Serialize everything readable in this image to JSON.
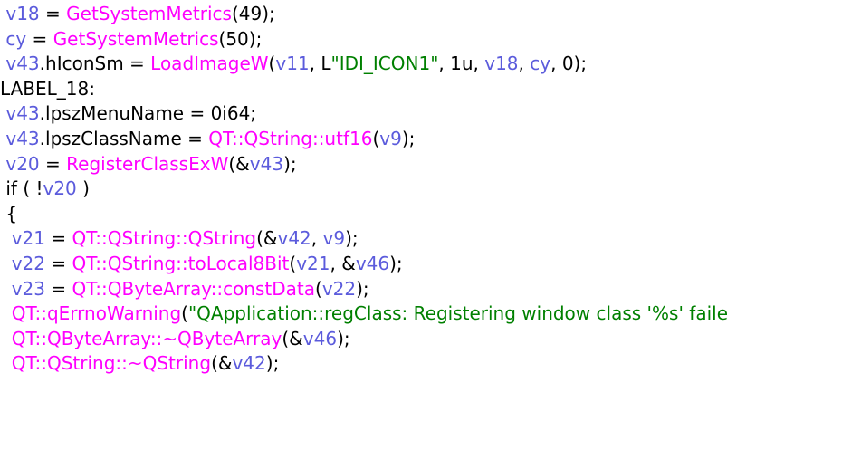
{
  "colors": {
    "default": "#000000",
    "variable": "#5b5bdc",
    "function": "#ff00ff",
    "string": "#008000",
    "background": "#ffffff"
  },
  "code_lines": [
    [
      {
        "t": " "
      },
      {
        "t": "v18",
        "k": "variable"
      },
      {
        "t": " = "
      },
      {
        "t": "GetSystemMetrics",
        "k": "function"
      },
      {
        "t": "(49);"
      }
    ],
    [
      {
        "t": " "
      },
      {
        "t": "cy",
        "k": "variable"
      },
      {
        "t": " = "
      },
      {
        "t": "GetSystemMetrics",
        "k": "function"
      },
      {
        "t": "(50);"
      }
    ],
    [
      {
        "t": " "
      },
      {
        "t": "v43",
        "k": "variable"
      },
      {
        "t": ".hIconSm = "
      },
      {
        "t": "LoadImageW",
        "k": "function"
      },
      {
        "t": "("
      },
      {
        "t": "v11",
        "k": "variable"
      },
      {
        "t": ", L"
      },
      {
        "t": "\"IDI_ICON1\"",
        "k": "string"
      },
      {
        "t": ", 1u, "
      },
      {
        "t": "v18",
        "k": "variable"
      },
      {
        "t": ", "
      },
      {
        "t": "cy",
        "k": "variable"
      },
      {
        "t": ", 0);"
      }
    ],
    [
      {
        "t": "LABEL_18:"
      }
    ],
    [
      {
        "t": " "
      },
      {
        "t": "v43",
        "k": "variable"
      },
      {
        "t": ".lpszMenuName = 0i64;"
      }
    ],
    [
      {
        "t": " "
      },
      {
        "t": "v43",
        "k": "variable"
      },
      {
        "t": ".lpszClassName = "
      },
      {
        "t": "QT::QString::utf16",
        "k": "function"
      },
      {
        "t": "("
      },
      {
        "t": "v9",
        "k": "variable"
      },
      {
        "t": ");"
      }
    ],
    [
      {
        "t": " "
      },
      {
        "t": "v20",
        "k": "variable"
      },
      {
        "t": " = "
      },
      {
        "t": "RegisterClassExW",
        "k": "function"
      },
      {
        "t": "(&"
      },
      {
        "t": "v43",
        "k": "variable"
      },
      {
        "t": ");"
      }
    ],
    [
      {
        "t": " if ( !"
      },
      {
        "t": "v20",
        "k": "variable"
      },
      {
        "t": " )"
      }
    ],
    [
      {
        "t": " {"
      }
    ],
    [
      {
        "t": "  "
      },
      {
        "t": "v21",
        "k": "variable"
      },
      {
        "t": " = "
      },
      {
        "t": "QT::QString::QString",
        "k": "function"
      },
      {
        "t": "(&"
      },
      {
        "t": "v42",
        "k": "variable"
      },
      {
        "t": ", "
      },
      {
        "t": "v9",
        "k": "variable"
      },
      {
        "t": ");"
      }
    ],
    [
      {
        "t": "  "
      },
      {
        "t": "v22",
        "k": "variable"
      },
      {
        "t": " = "
      },
      {
        "t": "QT::QString::toLocal8Bit",
        "k": "function"
      },
      {
        "t": "("
      },
      {
        "t": "v21",
        "k": "variable"
      },
      {
        "t": ", &"
      },
      {
        "t": "v46",
        "k": "variable"
      },
      {
        "t": ");"
      }
    ],
    [
      {
        "t": "  "
      },
      {
        "t": "v23",
        "k": "variable"
      },
      {
        "t": " = "
      },
      {
        "t": "QT::QByteArray::constData",
        "k": "function"
      },
      {
        "t": "("
      },
      {
        "t": "v22",
        "k": "variable"
      },
      {
        "t": ");"
      }
    ],
    [
      {
        "t": "  "
      },
      {
        "t": "QT::qErrnoWarning",
        "k": "function"
      },
      {
        "t": "("
      },
      {
        "t": "\"QApplication::regClass: Registering window class '%s' faile",
        "k": "string"
      }
    ],
    [
      {
        "t": "  "
      },
      {
        "t": "QT::QByteArray::~QByteArray",
        "k": "function"
      },
      {
        "t": "(&"
      },
      {
        "t": "v46",
        "k": "variable"
      },
      {
        "t": ");"
      }
    ],
    [
      {
        "t": "  "
      },
      {
        "t": "QT::QString::~QString",
        "k": "function"
      },
      {
        "t": "(&"
      },
      {
        "t": "v42",
        "k": "variable"
      },
      {
        "t": ");"
      }
    ]
  ]
}
